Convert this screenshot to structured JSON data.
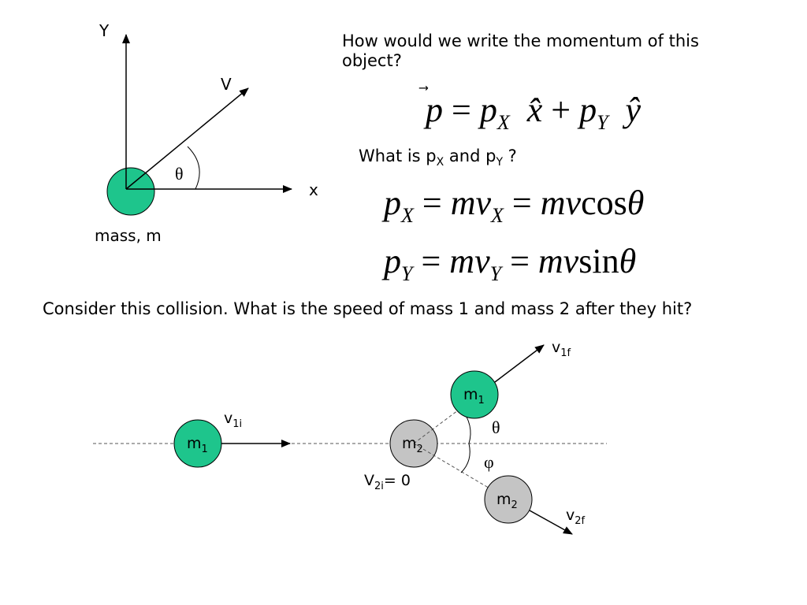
{
  "colors": {
    "green_ball": "#1ec58c",
    "gray_ball": "#c4c4c4",
    "line": "#000000"
  },
  "diagram": {
    "axis_y": "Y",
    "axis_x": "x",
    "velocity": "V",
    "angle": "θ",
    "mass_label": "mass, m"
  },
  "question1": "How would we write the momentum of this",
  "question1b": "object?",
  "eq1": {
    "p": "p",
    "eq": "=",
    "px": "p",
    "sub_x": "X",
    "xhat": "x̂",
    "plus": "+",
    "py": "p",
    "sub_y": "Y",
    "yhat": "ŷ"
  },
  "question2": {
    "pre": "What is p",
    "sub_x": "X",
    "mid": " and p",
    "sub_y": "Y",
    "post": " ?"
  },
  "eq2": {
    "lhs": "p",
    "lhs_sub": "X",
    "eq1": "=",
    "mid": "mv",
    "mid_sub": "X",
    "eq2": "=",
    "rhs": "mv",
    "fn": "cos",
    "theta": "θ"
  },
  "eq3": {
    "lhs": "p",
    "lhs_sub": "Y",
    "eq1": "=",
    "mid": "mv",
    "mid_sub": "Y",
    "eq2": "=",
    "rhs": "mv",
    "fn": "sin",
    "theta": "θ"
  },
  "collision_question": "Consider this collision. What is the speed of mass 1 and mass 2 after they hit?",
  "collision": {
    "m1_left": {
      "m": "m",
      "sub": "1"
    },
    "v1i": {
      "v": "v",
      "sub": "1i"
    },
    "m2_center": {
      "m": "m",
      "sub": "2"
    },
    "v2i": {
      "v": "V",
      "sub": "2i",
      "rest": "= 0"
    },
    "m1_after": {
      "m": "m",
      "sub": "1"
    },
    "v1f": {
      "v": "v",
      "sub": "1f"
    },
    "m2_after": {
      "m": "m",
      "sub": "2"
    },
    "v2f": {
      "v": "v",
      "sub": "2f"
    },
    "theta": "θ",
    "phi": "φ"
  }
}
